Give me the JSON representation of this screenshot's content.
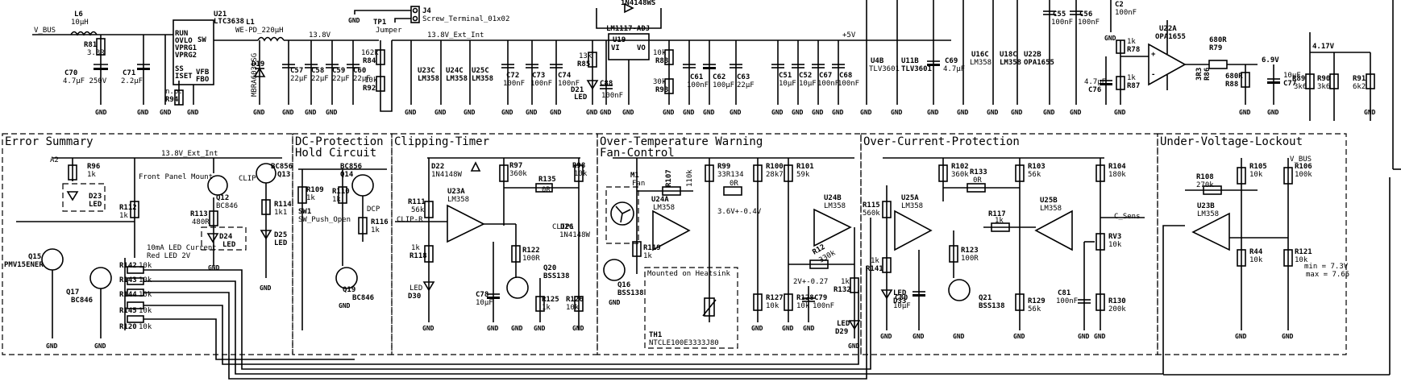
{
  "sections": {
    "error_summary": "Error Summary",
    "dc_protection_1": "DC-Protection",
    "dc_protection_2": "Hold Circuit",
    "clipping_timer": "Clipping-Timer",
    "over_temp_1": "Over-Temperature Warning",
    "over_temp_2": "Fan-Control",
    "over_current": "Over-Current-Protection",
    "under_voltage": "Under-Voltage-Lockout"
  },
  "nets": {
    "vbus": "V_BUS",
    "ext_int_1": "13.8V_Ext_Int",
    "ext_int_2": "13.8V_Ext_Int",
    "v138": "13.8V",
    "v5": "+5V",
    "v69": "6.9V",
    "v417": "4.17V",
    "clip": "CLIP",
    "dcp": "DCP",
    "clip_r": "CLIP-R",
    "clip1": "CLIP1",
    "c_sens": "C_Sens",
    "a2": "A2",
    "vbus2": "V_BUS"
  },
  "top": {
    "l6": [
      "L6",
      "10µH"
    ],
    "r81": [
      "R81",
      "3.3R"
    ],
    "c70": [
      "C70",
      "4.7µF 250V"
    ],
    "c71": [
      "C71",
      "2.2µF"
    ],
    "u21": [
      "U21",
      "LTC3638"
    ],
    "u21_pins": [
      "RUN",
      "OVLO",
      "VPRG1",
      "VPRG2",
      "SS",
      "ISET"
    ],
    "u21_right": [
      "SW",
      "VFB",
      "FBO"
    ],
    "r94": [
      "n.p.",
      "R94"
    ],
    "l1": [
      "L1",
      "WE-PD_220µH"
    ],
    "d19": [
      "D19",
      "MBRA6031SG"
    ],
    "c57": [
      "C57",
      "22µF"
    ],
    "c58": [
      "C58",
      "22µF"
    ],
    "c59": [
      "C59",
      "22µF"
    ],
    "c60": [
      "C60",
      "22µF"
    ],
    "r84": [
      "162k",
      "R84"
    ],
    "r92": [
      "10k",
      "R92"
    ],
    "j4": [
      "J4",
      "Screw_Terminal_01x02"
    ],
    "tp1": [
      "TP1",
      "Jumper"
    ],
    "u23c": [
      "U23C",
      "LM358"
    ],
    "u24c": [
      "U24C",
      "LM358"
    ],
    "u25c": [
      "U25C",
      "LM358"
    ],
    "c72": [
      "C72",
      "100nF"
    ],
    "c73": [
      "C73",
      "100nF"
    ],
    "c74": [
      "C74",
      "100nF"
    ],
    "r85": [
      "13k",
      "R85"
    ],
    "d21": [
      "D21",
      "LED"
    ],
    "c88": [
      "C88",
      "100nF"
    ],
    "u19": [
      "U19",
      "LM1117-ADJ"
    ],
    "d_top": "1N4148WS",
    "r83": [
      "10k",
      "R83"
    ],
    "r93": [
      "30k",
      "R93"
    ],
    "c61": [
      "C61",
      "100nF"
    ],
    "c62": [
      "C62",
      "100µF"
    ],
    "c63": [
      "C63",
      "22µF"
    ],
    "c51": [
      "C51",
      "10µF"
    ],
    "c52": [
      "C52",
      "10µF"
    ],
    "c67": [
      "C67",
      "100nF"
    ],
    "c68": [
      "C68",
      "100nF"
    ],
    "u4b": [
      "U4B",
      "TLV3601"
    ],
    "u11b": [
      "U11B",
      "TLV3601"
    ],
    "c69": [
      "C69",
      "4.7µF"
    ],
    "u16c": [
      "U16C",
      "LM358"
    ],
    "u18c": [
      "U18C",
      "LM358"
    ],
    "u22b": [
      "U22B",
      "OPA1655"
    ],
    "c55": [
      "C55",
      "100nF"
    ],
    "c56": [
      "C56",
      "100nF"
    ],
    "c2": [
      "C2",
      "100nF"
    ],
    "u22a": [
      "U22A",
      "OPA1655"
    ],
    "r78": [
      "1k",
      "R78"
    ],
    "r87": [
      "1k",
      "R87"
    ],
    "c76": [
      "4.7µF",
      "C76"
    ],
    "r79": [
      "680R",
      "R79"
    ],
    "r86": [
      "3R3",
      "R86"
    ],
    "r88": [
      "680R",
      "R88"
    ],
    "c77": [
      "10µF",
      "C77"
    ],
    "r89": [
      "R89",
      "3k6"
    ],
    "r90": [
      "R90",
      "3k6"
    ],
    "r91": [
      "R91",
      "6k2"
    ]
  },
  "err": {
    "r96": [
      "R96",
      "1k"
    ],
    "d23": [
      "D23",
      "LED"
    ],
    "front": "Front Panel Mount",
    "r112": [
      "R112",
      "1k"
    ],
    "r113": [
      "R113",
      "480R"
    ],
    "q12": [
      "Q12",
      "BC846"
    ],
    "q13": [
      "BC856",
      "Q13"
    ],
    "r114": [
      "R114",
      "1k1"
    ],
    "d25": [
      "D25",
      "LED"
    ],
    "d24": [
      "D24",
      "LED"
    ],
    "note1": "10mA LED Current",
    "note2": "Red LED 2V",
    "q15": [
      "Q15",
      "PMV15ENER"
    ],
    "q17": [
      "Q17",
      "BC846"
    ],
    "r142": [
      "R142",
      "10k"
    ],
    "r143": [
      "R143",
      "10k"
    ],
    "r144": [
      "R144",
      "10k"
    ],
    "r145": [
      "R145",
      "10k"
    ],
    "r120": [
      "R120",
      "10k"
    ]
  },
  "dc": {
    "q14": [
      "BC856",
      "Q14"
    ],
    "r109": [
      "R109",
      "1k"
    ],
    "r110": [
      "R110",
      "1k"
    ],
    "sw1": [
      "SW1",
      "SW_Push_Open"
    ],
    "r116": [
      "R116",
      "1k"
    ],
    "q19": [
      "Q19",
      "BC846"
    ]
  },
  "clip": {
    "d22": [
      "D22",
      "1N4148W"
    ],
    "r97": [
      "R97",
      "360k"
    ],
    "r98": [
      "R98",
      "10k"
    ],
    "r135": [
      "R135",
      "0R"
    ],
    "r111": [
      "R111",
      "56k"
    ],
    "u23a": [
      "U23A",
      "LM358"
    ],
    "r118": [
      "1k",
      "R118"
    ],
    "d30": [
      "LED",
      "D30"
    ],
    "d26": [
      "D26",
      "1N4148W"
    ],
    "r122": [
      "R122",
      "100R"
    ],
    "q20": [
      "Q20",
      "BSS138"
    ],
    "c78": [
      "C78",
      "10µF"
    ],
    "r125": [
      "R125",
      "1k"
    ],
    "r126": [
      "R126",
      "10k"
    ]
  },
  "ot": {
    "m1": [
      "M1",
      "Fan"
    ],
    "r107": [
      "R107",
      "110k"
    ],
    "u24a": [
      "U24A",
      "LM358"
    ],
    "r119": [
      "R119",
      "1k"
    ],
    "q16": [
      "Q16",
      "BSS138"
    ],
    "r99": [
      "R99",
      "33R134"
    ],
    "r99b": "0R",
    "r100": [
      "R100",
      "28k7"
    ],
    "r101": [
      "R101",
      "59k"
    ],
    "u24b": [
      "U24B",
      "LM358"
    ],
    "vrange": "3.6V+-0.4V",
    "r12": [
      "R12",
      "330k"
    ],
    "heatsink": "Mounted on Heatsink",
    "th1": [
      "TH1",
      "NTCLE100E3333J80"
    ],
    "r127": [
      "R127",
      "10k"
    ],
    "r128": [
      "R128",
      "10k"
    ],
    "c79": [
      "C79",
      "100nF"
    ],
    "v2": "2V+-0.27",
    "r132": [
      "1k",
      "R132"
    ],
    "d29": [
      "LED",
      "D29"
    ]
  },
  "oc": {
    "r115": [
      "R115",
      "560k"
    ],
    "u25a": [
      "U25A",
      "LM358"
    ],
    "r102": [
      "R102",
      "360k"
    ],
    "r133": [
      "R133",
      "0R"
    ],
    "r103": [
      "R103",
      "56k"
    ],
    "r104": [
      "R104",
      "180k"
    ],
    "u25b": [
      "U25B",
      "LM358"
    ],
    "r117": [
      "R117",
      "1k"
    ],
    "rv3": [
      "RV3",
      "10k"
    ],
    "r141": [
      "1k",
      "R141"
    ],
    "d33": [
      "LED",
      "D33"
    ],
    "r123": [
      "R123",
      "100R"
    ],
    "c80": [
      "C80",
      "10µF"
    ],
    "q21": [
      "Q21",
      "BSS138"
    ],
    "c81": [
      "C81",
      "100nF"
    ],
    "r129": [
      "R129",
      "56k"
    ],
    "r130": [
      "R130",
      "200k"
    ]
  },
  "uv": {
    "r108": [
      "R108",
      "270k"
    ],
    "u23b": [
      "U23B",
      "LM358"
    ],
    "r105": [
      "R105",
      "10k"
    ],
    "r106": [
      "R106",
      "100k"
    ],
    "r44": [
      "R44",
      "10k"
    ],
    "r121": [
      "R121",
      "10k"
    ],
    "min": "min = 7.3V",
    "max": "max = 7.65"
  },
  "gnd": "GND"
}
